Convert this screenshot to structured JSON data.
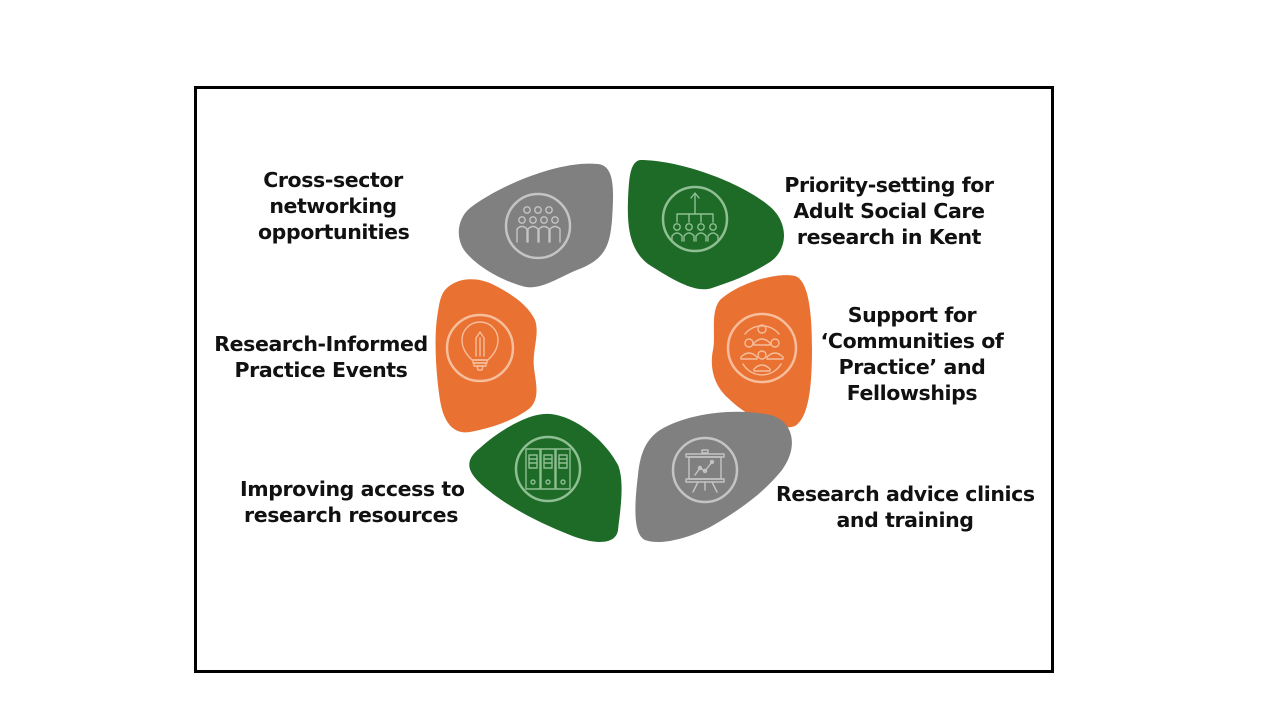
{
  "diagram": {
    "type": "cycle",
    "colors": {
      "green": "#1E6B28",
      "orange": "#E97132",
      "grey": "#808080",
      "border": "#000000",
      "text": "#111111"
    },
    "segments": [
      {
        "id": "priority-setting",
        "color": "green",
        "icon": "hierarchy-people-arrow-icon",
        "lines": [
          "Priority-setting for",
          "Adult Social Care",
          "research in Kent"
        ]
      },
      {
        "id": "communities-of-practice",
        "color": "orange",
        "icon": "people-circle-icon",
        "lines": [
          "Support for",
          "‘Communities of",
          "Practice’ and",
          "Fellowships"
        ]
      },
      {
        "id": "advice-clinics",
        "color": "grey",
        "icon": "presentation-board-icon",
        "lines": [
          "Research advice clinics",
          "and training"
        ]
      },
      {
        "id": "research-resources",
        "color": "green",
        "icon": "binders-icon",
        "lines": [
          "Improving access to",
          "research resources"
        ]
      },
      {
        "id": "practice-events",
        "color": "orange",
        "icon": "lightbulb-pencil-icon",
        "lines": [
          "Research-Informed",
          "Practice Events"
        ]
      },
      {
        "id": "networking",
        "color": "grey",
        "icon": "group-people-icon",
        "lines": [
          "Cross-sector",
          "networking",
          "opportunities"
        ]
      }
    ]
  }
}
